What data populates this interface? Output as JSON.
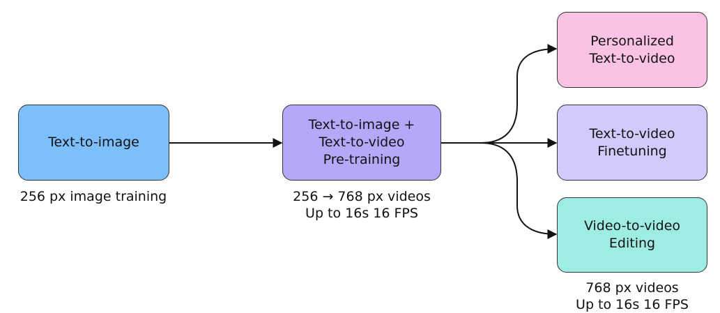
{
  "colors": {
    "text_to_image": "#7dbffa",
    "pretraining": "#b4a9f8",
    "personalized": "#fbc3e3",
    "finetuning": "#d3c9fb",
    "editing": "#9eede3",
    "stroke": "#111111"
  },
  "nodes": {
    "text_to_image": {
      "lines": [
        "Text-to-image"
      ]
    },
    "pretraining": {
      "lines": [
        "Text-to-image +",
        "Text-to-video",
        "Pre-training"
      ]
    },
    "personalized": {
      "lines": [
        "Personalized",
        "Text-to-video"
      ]
    },
    "finetuning": {
      "lines": [
        "Text-to-video",
        "Finetuning"
      ]
    },
    "editing": {
      "lines": [
        "Video-to-video",
        "Editing"
      ]
    }
  },
  "captions": {
    "text_to_image": [
      "256 px image training"
    ],
    "pretraining": [
      "256 → 768 px videos",
      "Up to 16s 16 FPS"
    ],
    "editing": [
      "768 px videos",
      "Up to 16s 16 FPS"
    ]
  }
}
